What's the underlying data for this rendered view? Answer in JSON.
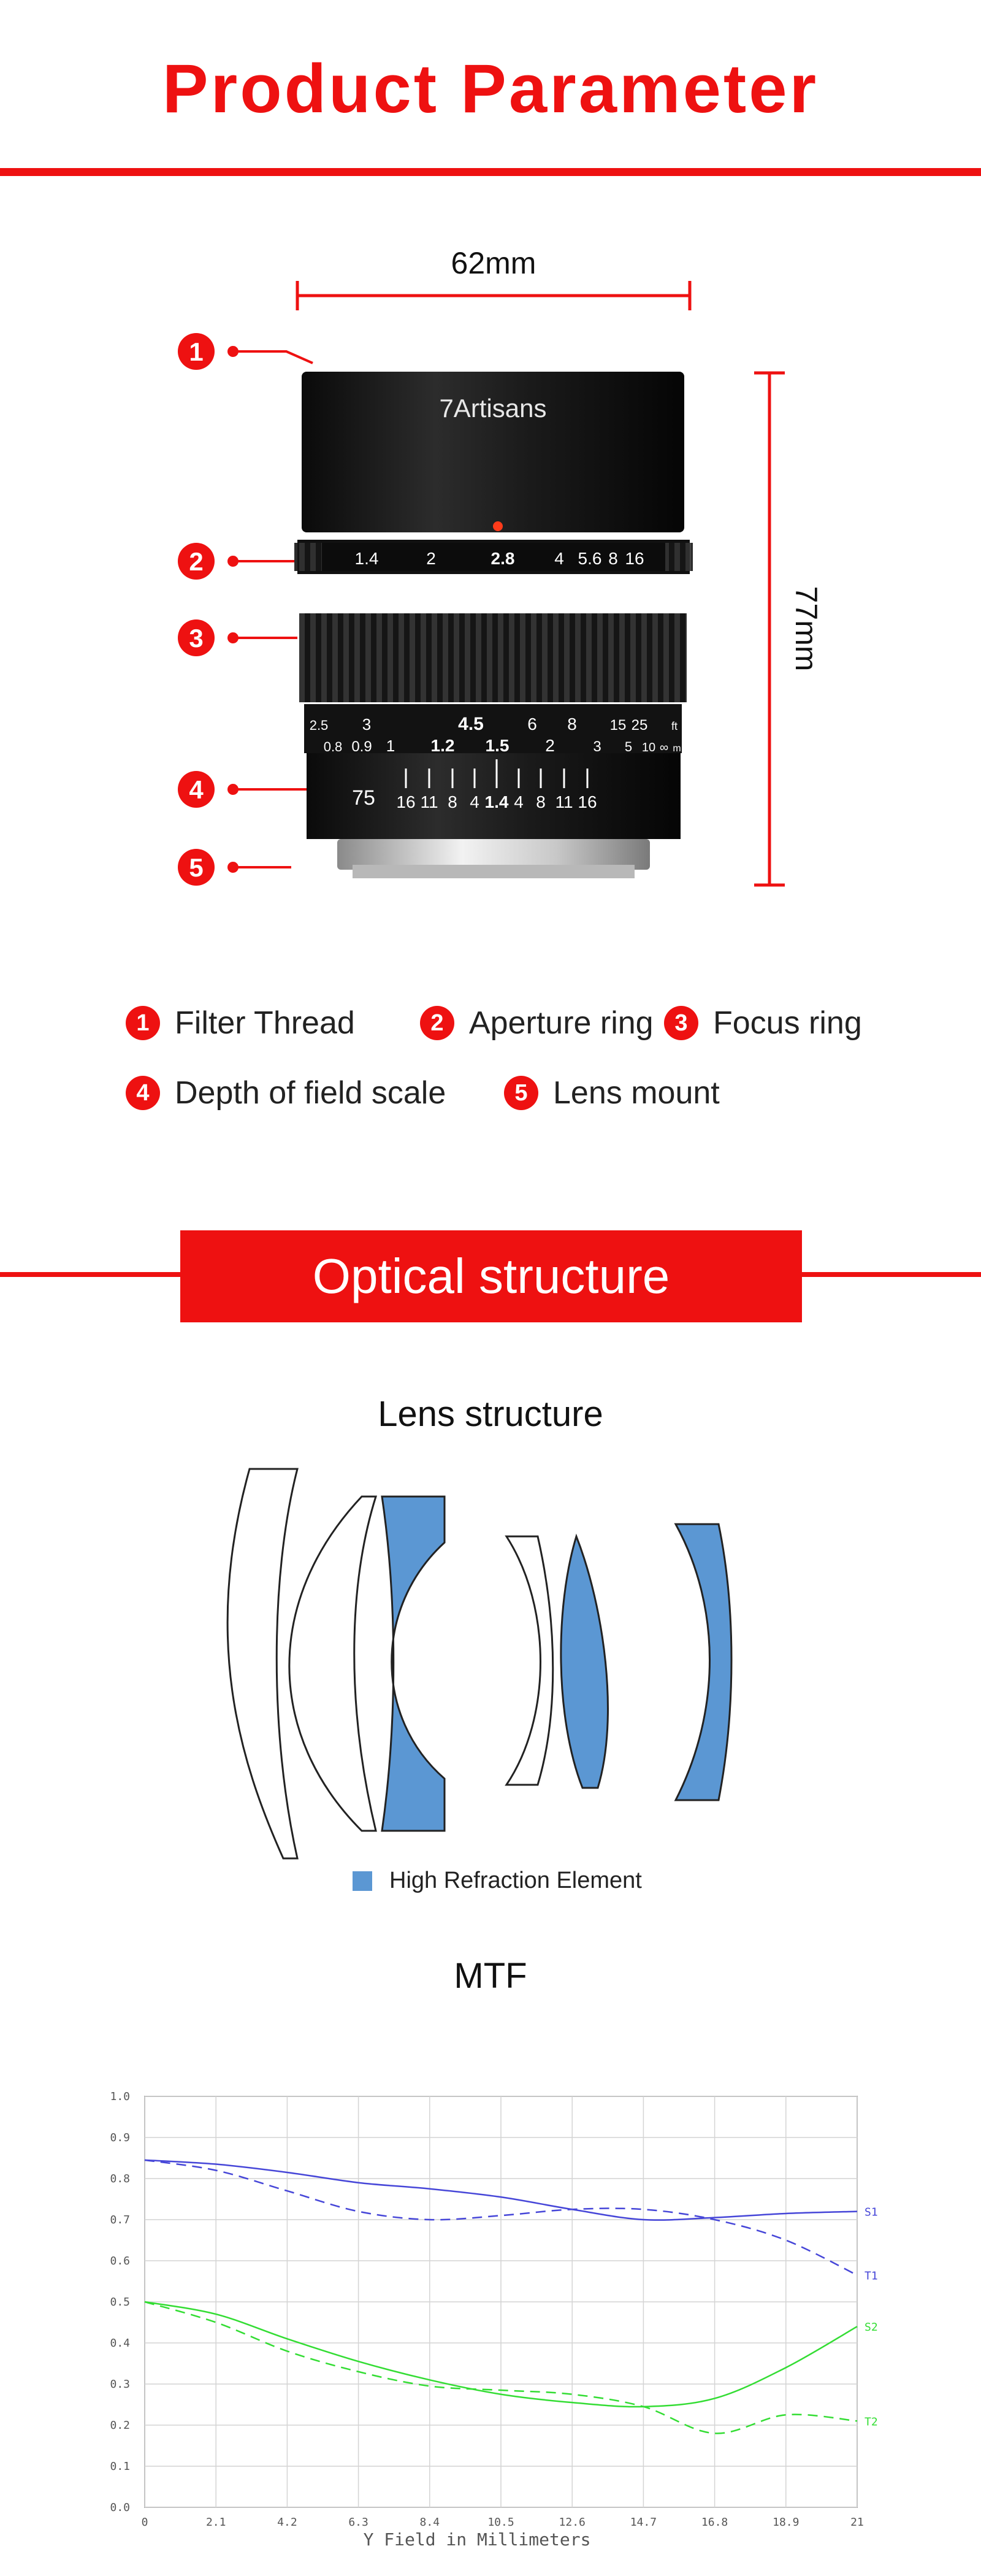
{
  "page": {
    "title": "Product Parameter",
    "brand_color": "#ee1111"
  },
  "lens_diagram": {
    "brand": "7Artisans",
    "width_label": "62mm",
    "height_label": "77mm",
    "aperture_ring_scale": [
      "1.4",
      "2",
      "2.8",
      "4",
      "5.6",
      "8",
      "16"
    ],
    "distance_scale_top": [
      "2.5",
      "3",
      "4.5",
      "6",
      "8",
      "15",
      "25",
      "ft"
    ],
    "distance_scale_bottom": [
      "0.8",
      "0.9",
      "1",
      "1.2",
      "1.5",
      "2",
      "3",
      "5",
      "10",
      "∞",
      "m"
    ],
    "dof_scale": [
      "16",
      "11",
      "8",
      "4",
      "1.4",
      "4",
      "8",
      "11",
      "16"
    ],
    "focal_length": "75",
    "callouts": [
      "1",
      "2",
      "3",
      "4",
      "5"
    ]
  },
  "parts_legend": [
    {
      "num": "1",
      "label": "Filter Thread"
    },
    {
      "num": "2",
      "label": "Aperture ring"
    },
    {
      "num": "3",
      "label": "Focus ring"
    },
    {
      "num": "4",
      "label": "Depth of field scale"
    },
    {
      "num": "5",
      "label": "Lens mount"
    }
  ],
  "optical": {
    "banner": "Optical structure",
    "lens_structure_heading": "Lens structure",
    "high_refraction_label": "High Refraction Element",
    "high_refraction_color": "#5b97d3",
    "mtf_heading": "MTF"
  },
  "chart_data": {
    "type": "line",
    "title": "",
    "xlabel": "Y Field in Millimeters",
    "ylabel": "",
    "xlim": [
      0,
      21
    ],
    "ylim": [
      0,
      1.0
    ],
    "x_ticks": [
      "0",
      "2.1",
      "4.2",
      "6.3",
      "8.4",
      "10.5",
      "12.6",
      "14.7",
      "16.8",
      "18.9",
      "21"
    ],
    "y_ticks": [
      "0.0",
      "0.1",
      "0.2",
      "0.3",
      "0.4",
      "0.5",
      "0.6",
      "0.7",
      "0.8",
      "0.9",
      "1.0"
    ],
    "grid": true,
    "series": [
      {
        "name": "S1",
        "color": "#4646d8",
        "dash": false,
        "x": [
          0,
          2.1,
          4.2,
          6.3,
          8.4,
          10.5,
          12.6,
          14.7,
          16.8,
          18.9,
          21
        ],
        "y": [
          0.845,
          0.835,
          0.815,
          0.79,
          0.775,
          0.755,
          0.725,
          0.7,
          0.705,
          0.715,
          0.72
        ]
      },
      {
        "name": "T1",
        "color": "#4646d8",
        "dash": true,
        "x": [
          0,
          2.1,
          4.2,
          6.3,
          8.4,
          10.5,
          12.6,
          14.7,
          16.8,
          18.9,
          21
        ],
        "y": [
          0.845,
          0.82,
          0.77,
          0.72,
          0.7,
          0.71,
          0.725,
          0.725,
          0.7,
          0.65,
          0.565
        ]
      },
      {
        "name": "S2",
        "color": "#33dd33",
        "dash": false,
        "x": [
          0,
          2.1,
          4.2,
          6.3,
          8.4,
          10.5,
          12.6,
          14.7,
          16.8,
          18.9,
          21
        ],
        "y": [
          0.5,
          0.47,
          0.41,
          0.355,
          0.31,
          0.275,
          0.255,
          0.245,
          0.265,
          0.34,
          0.44
        ]
      },
      {
        "name": "T2",
        "color": "#33dd33",
        "dash": true,
        "x": [
          0,
          2.1,
          4.2,
          6.3,
          8.4,
          10.5,
          12.6,
          14.7,
          16.8,
          18.9,
          21
        ],
        "y": [
          0.5,
          0.45,
          0.38,
          0.33,
          0.295,
          0.285,
          0.275,
          0.245,
          0.18,
          0.225,
          0.21
        ]
      }
    ]
  }
}
